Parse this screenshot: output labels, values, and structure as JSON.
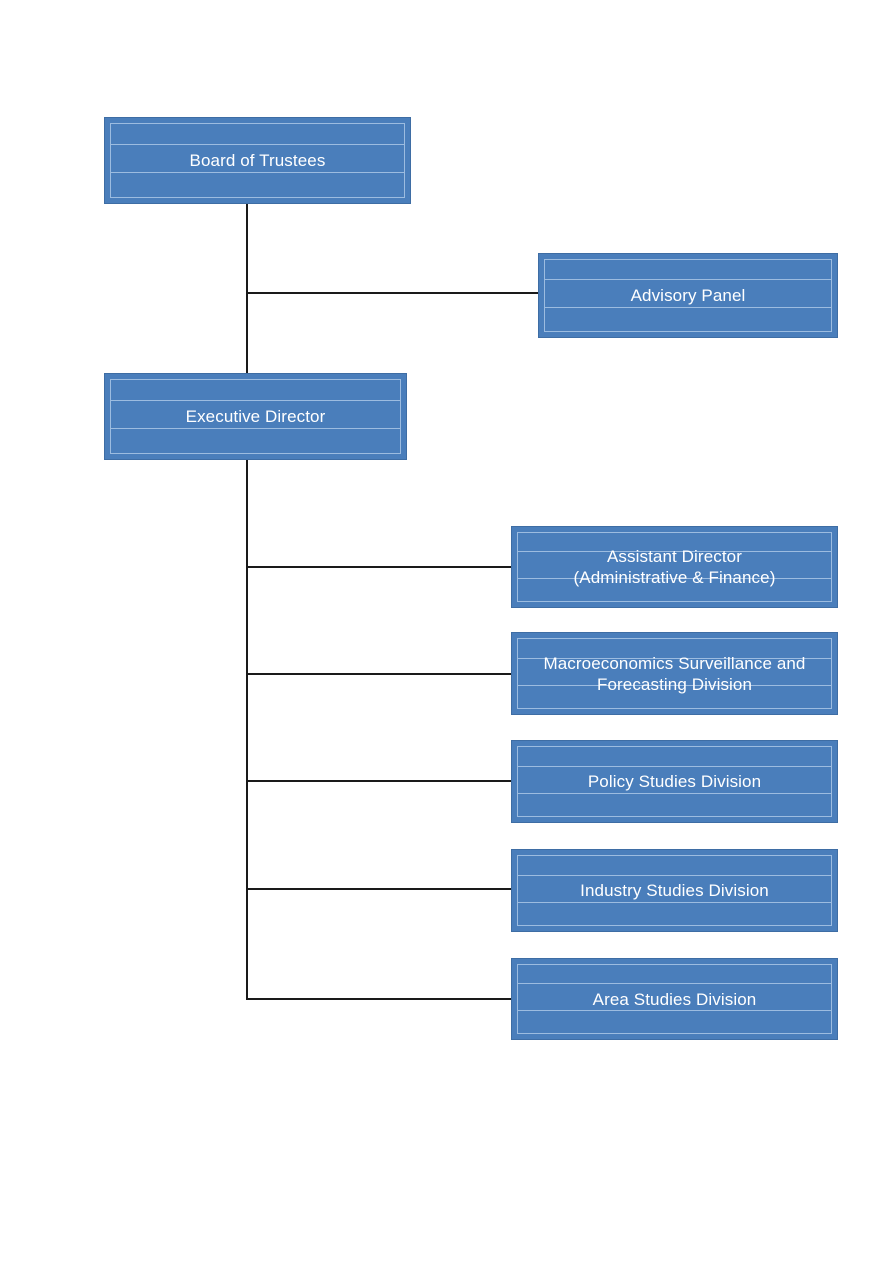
{
  "chart_data": {
    "type": "diagram",
    "diagram_kind": "organizational-chart",
    "title": "",
    "colors": {
      "node_fill": "#4A7EBB",
      "node_border": "#3E6DA4",
      "node_inner_rule": "#9CBCE0",
      "node_text": "#FFFFFF",
      "connector": "#1A1A1A",
      "background": "#FFFFFF"
    },
    "nodes": [
      {
        "id": "board",
        "label": "Board of Trustees",
        "level": 0,
        "column": "left"
      },
      {
        "id": "advisory",
        "label": "Advisory Panel",
        "level": 1,
        "column": "right"
      },
      {
        "id": "executive",
        "label": "Executive Director",
        "level": 2,
        "column": "left"
      },
      {
        "id": "assistant",
        "label": "Assistant Director\n(Administrative & Finance)",
        "level": 3,
        "column": "right"
      },
      {
        "id": "macro",
        "label": "Macroeconomics Surveillance and\nForecasting Division",
        "level": 3,
        "column": "right"
      },
      {
        "id": "policy",
        "label": "Policy Studies Division",
        "level": 3,
        "column": "right"
      },
      {
        "id": "industry",
        "label": "Industry Studies Division",
        "level": 3,
        "column": "right"
      },
      {
        "id": "area",
        "label": "Area Studies Division",
        "level": 3,
        "column": "right"
      }
    ],
    "edges": [
      {
        "from": "board",
        "to": "advisory",
        "style": "elbow"
      },
      {
        "from": "board",
        "to": "executive",
        "style": "straight"
      },
      {
        "from": "executive",
        "to": "assistant",
        "style": "elbow"
      },
      {
        "from": "executive",
        "to": "macro",
        "style": "elbow"
      },
      {
        "from": "executive",
        "to": "policy",
        "style": "elbow"
      },
      {
        "from": "executive",
        "to": "industry",
        "style": "elbow"
      },
      {
        "from": "executive",
        "to": "area",
        "style": "elbow"
      }
    ]
  },
  "nodes": {
    "board": {
      "label": "Board of Trustees"
    },
    "advisory": {
      "label": "Advisory Panel"
    },
    "executive": {
      "label": "Executive Director"
    },
    "assistant": {
      "label": "Assistant Director\n(Administrative & Finance)"
    },
    "macro": {
      "label": "Macroeconomics Surveillance and\nForecasting Division"
    },
    "policy": {
      "label": "Policy Studies Division"
    },
    "industry": {
      "label": "Industry Studies Division"
    },
    "area": {
      "label": "Area Studies Division"
    }
  }
}
